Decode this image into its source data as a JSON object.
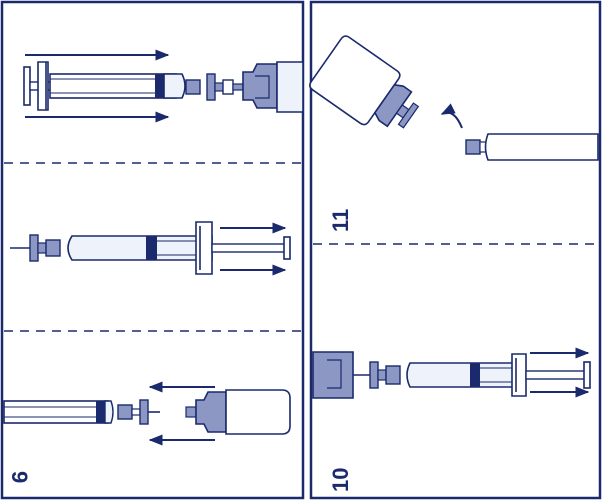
{
  "steps": {
    "nine": "9",
    "ten": "10",
    "eleven": "11"
  },
  "colors": {
    "outline": "#1a2a6c",
    "barrel": "#eef2fa",
    "part": "#8d97c4",
    "plunger": "#1a2a6c",
    "dash": "#1a2a6c"
  }
}
